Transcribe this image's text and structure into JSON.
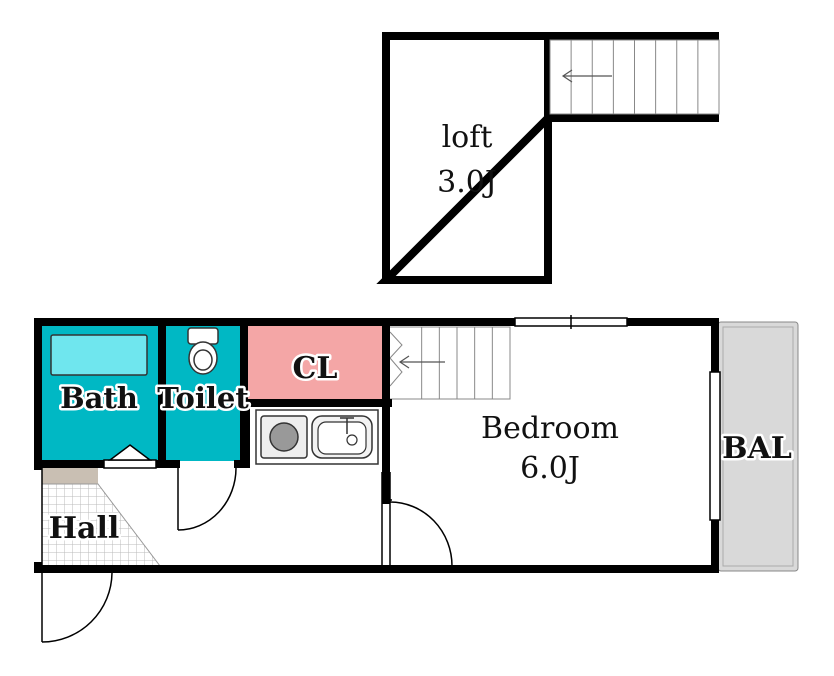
{
  "floorplan": {
    "loft": {
      "name": "loft",
      "size": "3.0J"
    },
    "bedroom": {
      "name": "Bedroom",
      "size": "6.0J"
    },
    "bath": {
      "name": "Bath"
    },
    "toilet": {
      "name": "Toilet"
    },
    "closet": {
      "name": "CL"
    },
    "hall": {
      "name": "Hall"
    },
    "balcony": {
      "name": "BAL"
    }
  },
  "colors": {
    "wall": "#000000",
    "bath_fill": "#00b8c4",
    "bathtub_fill": "#6fe6ee",
    "closet_fill": "#f4a6a6",
    "balcony_fill": "#d9d9d9",
    "hall_tile": "#bbbbbb",
    "entry_step": "#c9bfb3",
    "floor": "#ffffff"
  }
}
